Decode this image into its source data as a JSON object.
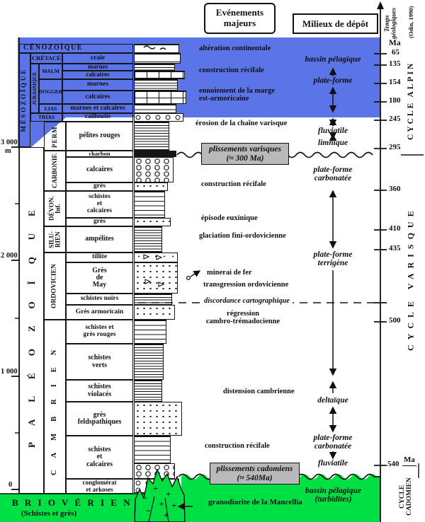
{
  "colors": {
    "blue": "#5b74e8",
    "green": "#00df44",
    "box_gray": "#b9b9b9"
  },
  "title_boxes": {
    "events": "Evénements\nmajeurs",
    "milieux": "Milieux de dépôt"
  },
  "time_axis": {
    "rotated_title": "Temps\ngéologiques",
    "rotated_credit": "(Odin, 1990)",
    "ma_header": "Ma",
    "ticks": [
      "65",
      "135",
      "154",
      "180",
      "245",
      "295",
      "360",
      "410",
      "435",
      "500"
    ],
    "tick_540": "540",
    "ma_540": "Ma"
  },
  "cycles": {
    "alpin": "CYCLE ALPIN",
    "varisque": "CYCLE VARISQUE",
    "cadomien": "CYCLE\nCADOMIEN"
  },
  "depth_scale": {
    "d3000": "3 000",
    "m_unit": "m",
    "d2000": "2 000",
    "d1000": "1 000",
    "d0": "0"
  },
  "eras": {
    "cenozoique": "CÉNOZOÏQUE",
    "mesozoique": "MÉSOZOÏQUE",
    "paleozoique": "PALÉOZOÏQUE",
    "brioverien": "B R I O V É R I E N",
    "brioverien_sub": "(Schistes et grès)"
  },
  "periods": {
    "cretace": "CRÉTACÉ",
    "jurassique": "JURASSIQUE",
    "malm": "MALM",
    "dogger": "DOGGER",
    "lias": "LIAS",
    "trias": "TRIAS",
    "perm": "PERM.",
    "carbonif": "CARBONIF.",
    "devon": "DÉVON.\nInf.",
    "silurien": "SILU-\nRIEN",
    "ordovicien": "ORDOVICIEN",
    "cambrien": "CAMBRIEN"
  },
  "units": {
    "craie": "craie",
    "marnes1": "marnes",
    "calcaires1": "calcaires",
    "marnes2": "marnes",
    "calcaires2": "calcaires",
    "marnes_calcaires": "marnes et calcaires",
    "cailloutis": "cailloutis",
    "pelites": "pélites rouges",
    "charbon": "charbon",
    "calcaires3": "calcaires",
    "gres1": "grès",
    "schistes_calcaires1": "schistes\net\ncalcaires",
    "gres2": "grès",
    "ampelites": "ampélites",
    "tillite": "tillite",
    "gres_may": "Grès\nde\nMay",
    "schistes_noirs": "schistes noirs",
    "gres_armoricain": "Grès armoricain",
    "schistes_gres_rouges": "schistes et\ngrès rouges",
    "schistes_verts": "schistes\nverts",
    "schistes_violaces": "schistes\nviolacés",
    "gres_feldspathiques": "grès\nfeldspathiques",
    "schistes_calcaires2": "schistes\net\ncalcaires",
    "conglomerat": "conglomérat\net arkoses"
  },
  "events": {
    "alteration": "altération continentale",
    "recifale1": "construction récifale",
    "ennoiement": "ennoiement de la marge\nest-armoricaine",
    "erosion": "érosion de la chaîne varisque",
    "varisques_box": "plissements varisques\n(≈ 300 Ma)",
    "recifale2": "construction récifale",
    "euxinique": "épisode euxinique",
    "glaciation": "glaciation fini-ordovicienne",
    "minerai": "minerai de fer",
    "transgression": "transgression ordovicienne",
    "discordance": "discordance cartographique",
    "regression": "régression\ncambro-trémadocienne",
    "distension": "distension cambrienne",
    "recifale3": "construction récifale",
    "cadomiens_box": "plissements cadomiens\n(≈ 540Ma)",
    "granodiorite": "granodiorite de la Mancellia",
    "plus": "+",
    "minus": "−"
  },
  "milieux": {
    "bassin1": "bassin pélagique",
    "plateforme1": "plate-forme",
    "fluviatile1": "fluviatile",
    "limnique": "limnique",
    "pf_carbonatee1": "plate-forme\ncarbonatée",
    "pf_terrigene": "plate-forme\nterrigène",
    "deltaique": "deltaïque",
    "pf_carbonatee2": "plate-forme\ncarbonatée",
    "fluviatile2": "fluviatile",
    "bassin2": "bassin pélagique\n(turbidites)"
  }
}
